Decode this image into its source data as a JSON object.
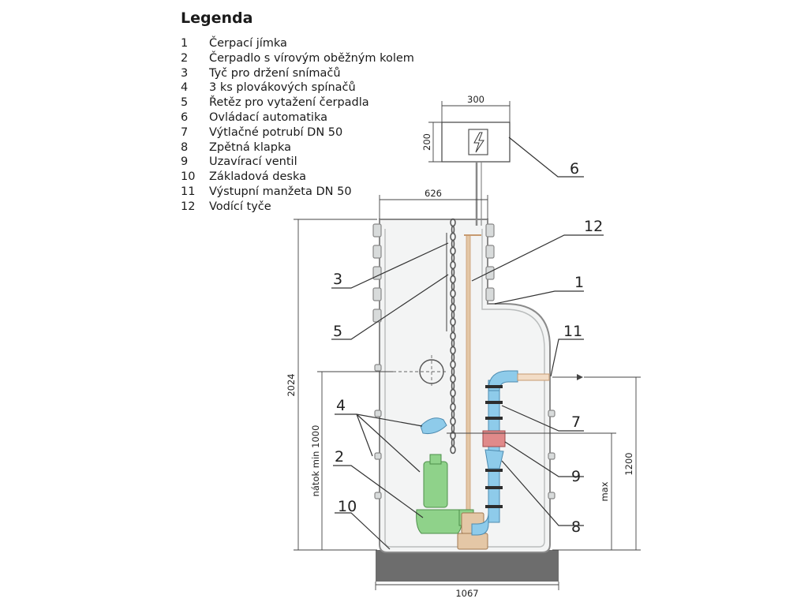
{
  "legend": {
    "title": "Legenda",
    "items": [
      {
        "num": "1",
        "text": "Čerpací jímka"
      },
      {
        "num": "2",
        "text": "Čerpadlo s vírovým oběžným kolem"
      },
      {
        "num": "3",
        "text": "Tyč pro držení snímačů"
      },
      {
        "num": "4",
        "text": "3 ks plovákových spínačů"
      },
      {
        "num": "5",
        "text": "Řetěz pro vytažení čerpadla"
      },
      {
        "num": "6",
        "text": "Ovládací automatika"
      },
      {
        "num": "7",
        "text": "Výtlačné potrubí DN 50"
      },
      {
        "num": "8",
        "text": "Zpětná klapka"
      },
      {
        "num": "9",
        "text": "Uzavírací ventil"
      },
      {
        "num": "10",
        "text": "Základová deska"
      },
      {
        "num": "11",
        "text": "Výstupní manžeta DN 50"
      },
      {
        "num": "12",
        "text": "Vodící tyče"
      }
    ]
  },
  "callouts": {
    "c1": "1",
    "c2": "2",
    "c3": "3",
    "c4": "4",
    "c5": "5",
    "c6": "6",
    "c7": "7",
    "c8": "8",
    "c9": "9",
    "c10": "10",
    "c11": "11",
    "c12": "12"
  },
  "dimensions": {
    "box_width": "300",
    "box_height": "200",
    "top_width": "626",
    "total_height": "2024",
    "inlet_height": "nátok min 1000",
    "outlet_height": "1200",
    "max_level": "max",
    "base_width": "1067"
  },
  "colors": {
    "tank_fill": "#f3f4f4",
    "tank_stroke": "#8a8a8a",
    "pump_green": "#8fd28a",
    "pipe_blue": "#8ecbea",
    "valve_red": "#e08a8a",
    "base_plate": "#6d6d6d",
    "guide_rod": "#e4c7a6"
  }
}
